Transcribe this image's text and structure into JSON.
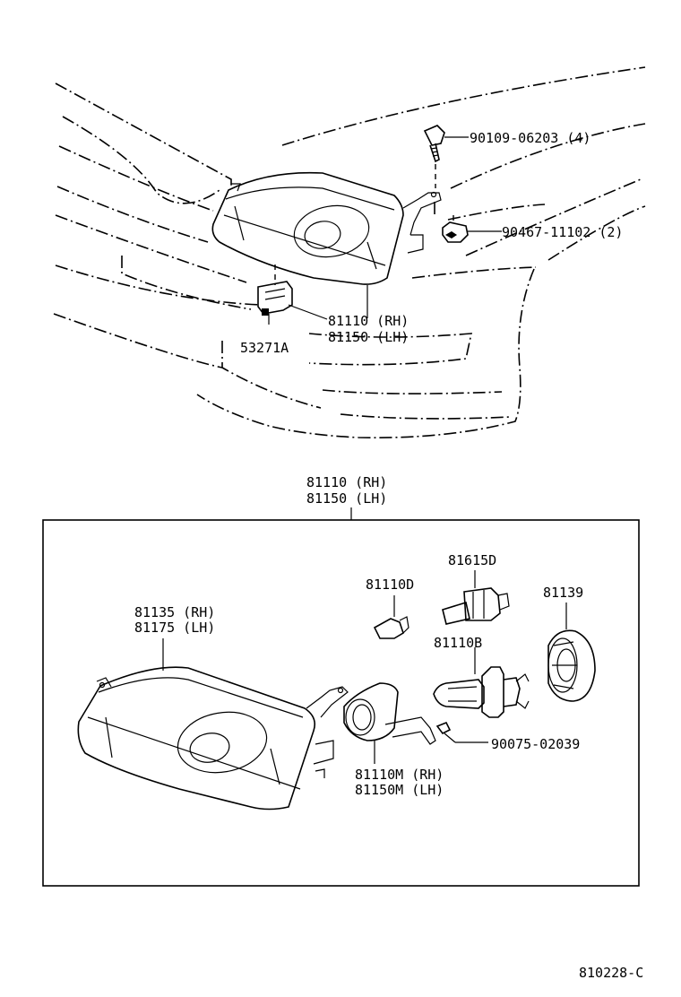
{
  "labels": {
    "bolt_top": "90109-06203 (4)",
    "nut_clip": "90467-11102 (2)",
    "headlamp_rh_top": "81110 (RH)",
    "headlamp_lh_top": "81150 (LH)",
    "socket_top": "53271A",
    "headlamp_rh_box": "81110 (RH)",
    "headlamp_lh_box": "81150 (LH)",
    "bulb_small": "81110D",
    "bulb_socket": "81615D",
    "cap": "81139",
    "lens_rh": "81135 (RH)",
    "lens_lh": "81175 (LH)",
    "bulb_main": "81110B",
    "screw": "90075-02039",
    "reflector_rh": "81110M (RH)",
    "reflector_lh": "81150M (LH)",
    "diagram_code": "810228-C"
  }
}
